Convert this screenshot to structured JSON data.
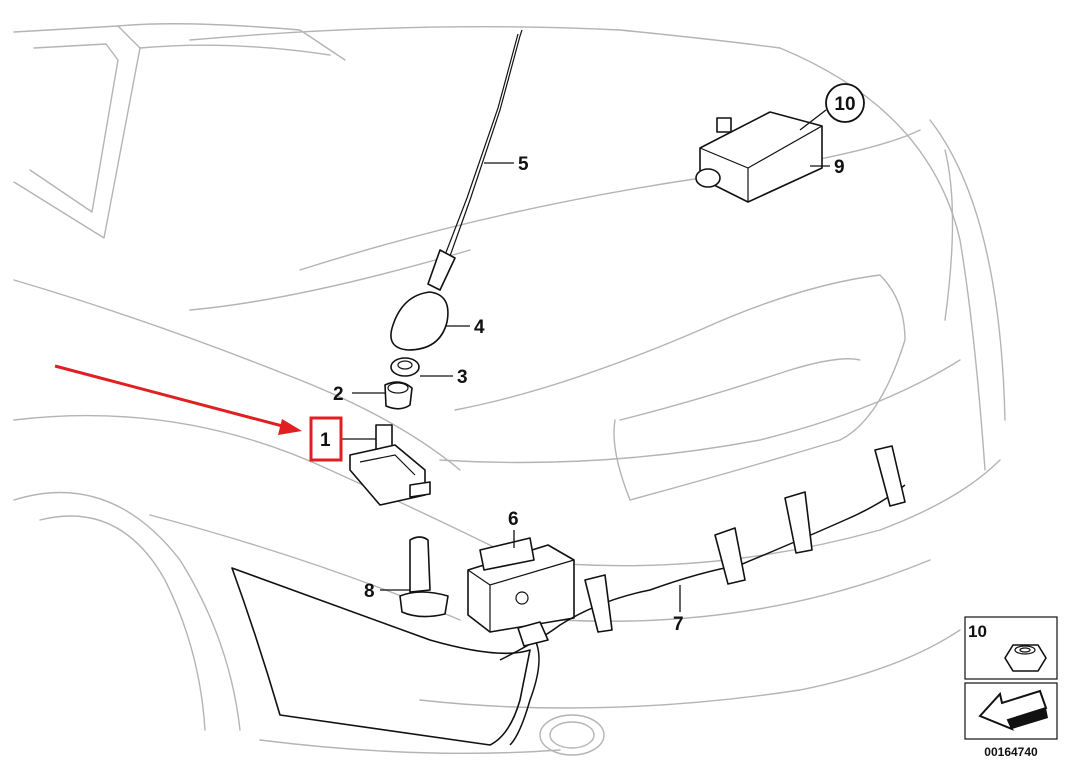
{
  "diagram": {
    "callouts": {
      "c1": "1",
      "c2": "2",
      "c3": "3",
      "c4": "4",
      "c5": "5",
      "c6": "6",
      "c7": "7",
      "c8": "8",
      "c9": "9",
      "c10": "10"
    },
    "legend_nut_number": "10",
    "catalog_number": "00164740",
    "colors": {
      "highlight": "#e02020",
      "outline": "#111111",
      "body_lines": "#b4b4b4"
    }
  }
}
